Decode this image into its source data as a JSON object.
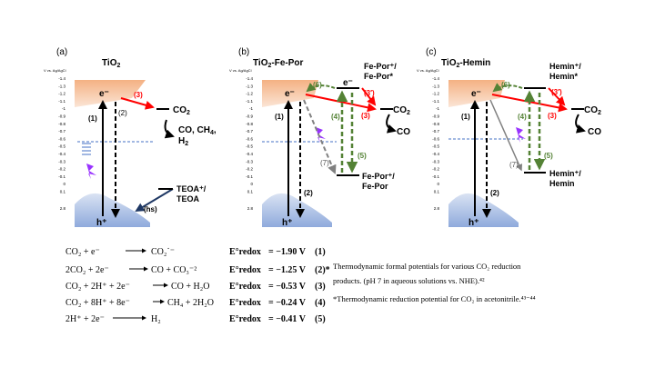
{
  "panels": [
    {
      "tag": "(a)",
      "title": "TiO",
      "title_sub": "2",
      "axis_title": "V vs. Ag/AgCl",
      "ticks": [
        "-1.4",
        "-1.3",
        "-1.2",
        "-1.1",
        "-1",
        "-0.9",
        "-0.8",
        "-0.7",
        "-0.6",
        "-0.5",
        "-0.4",
        "-0.3",
        "-0.2",
        "-0.1",
        "0",
        "0.1",
        "2.8"
      ],
      "electron": "e⁻",
      "hole": "h⁺",
      "path1": "(1)",
      "path2": "(2)",
      "path3": "(3)",
      "co2": "CO",
      "co2_sub": "2",
      "products_line1": "CO, CH",
      "products_line1_sub": "4",
      "products_line1_end": ",",
      "products_line2": "H",
      "products_line2_sub": "2",
      "teoa_line1": "TEOA⁺/",
      "teoa_line2": "TEOA",
      "hs": "(hs)"
    },
    {
      "tag": "(b)",
      "title": "TiO",
      "title_sub": "2",
      "title_rest": "-Fe-Por",
      "axis_title": "V vs. Ag/AgCl",
      "ticks": [
        "-1.4",
        "-1.3",
        "-1.2",
        "-1.1",
        "-1",
        "-0.9",
        "-0.8",
        "-0.7",
        "-0.6",
        "-0.5",
        "-0.4",
        "-0.3",
        "-0.2",
        "-0.1",
        "0",
        "0.1",
        "2.8"
      ],
      "electron": "e⁻",
      "hole": "h⁺",
      "dye_electron": "e⁻",
      "path1": "(1)",
      "path2": "(2)",
      "path3": "(3)",
      "path3p": "(3′)",
      "path4": "(4)",
      "path5": "(5)",
      "path6": "(6)",
      "path7": "(7)",
      "top_label1": "Fe-Por⁺/",
      "top_label2": "Fe-Por*",
      "co2": "CO",
      "co2_sub": "2",
      "co": "CO",
      "bottom_label1": "Fe-Por⁺/",
      "bottom_label2": "Fe-Por"
    },
    {
      "tag": "(c)",
      "title": "TiO",
      "title_sub": "2",
      "title_rest": "-Hemin",
      "axis_title": "V vs. Ag/AgCl",
      "ticks": [
        "-1.4",
        "-1.3",
        "-1.2",
        "-1.1",
        "-1",
        "-0.9",
        "-0.8",
        "-0.7",
        "-0.6",
        "-0.5",
        "-0.4",
        "-0.3",
        "-0.2",
        "-0.1",
        "0",
        "0.1",
        "2.8"
      ],
      "electron": "e⁻",
      "hole": "h⁺",
      "path1": "(1)",
      "path2": "(2)",
      "path3": "(3)",
      "path3p": "(3′)",
      "path4": "(4)",
      "path5": "(5)",
      "path6": "(6)",
      "path7": "(7)",
      "top_label1": "Hemin⁺/",
      "top_label2": "Hemin*",
      "co2": "CO",
      "co2_sub": "2",
      "co": "CO",
      "bottom_label1": "Hemin⁺/",
      "bottom_label2": "Hemin"
    }
  ],
  "reactions": [
    {
      "lhs": "CO₂ + e⁻",
      "rhs": "CO₂˙⁻",
      "e_label": "E°redox",
      "value": "= −1.90 V",
      "num": "(1)"
    },
    {
      "lhs": "2CO₂ + 2e⁻",
      "rhs": "CO + CO₃⁻²",
      "e_label": "E°redox",
      "value": "= −1.25 V",
      "num": "(2)*"
    },
    {
      "lhs": "CO₂ + 2H⁺ + 2e⁻",
      "rhs": "CO + H₂O",
      "e_label": "E°redox",
      "value": "= −0.53 V",
      "num": "(3)"
    },
    {
      "lhs": "CO₂ + 8H⁺ + 8e⁻",
      "rhs": "CH₄ + 2H₂O",
      "e_label": "E°redox",
      "value": "= −0.24 V",
      "num": "(4)"
    },
    {
      "lhs": "2H⁺ + 2e⁻",
      "rhs": "H₂",
      "e_label": "E°redox",
      "value": "= −0.41 V",
      "num": "(5)"
    }
  ],
  "notes": {
    "line1": "Thermodynamic formal potentials for various CO₂ reduction",
    "line2": "products. (pH 7 in aqueous solutions vs. NHE).⁴²",
    "line3": "*Thermodynamic reduction potential for CO₂ in acetonitrile.⁴³⁻⁴⁴"
  },
  "colors": {
    "cb_fill": "#f4b183",
    "vb_fill": "#8faadc",
    "red_arrow": "#ff0000",
    "green_arrow": "#548235",
    "gray_arrow": "#808080",
    "blue_dash": "#4472c4",
    "purple_bolt": "#9933ff",
    "navy_arrow": "#1f3864"
  }
}
